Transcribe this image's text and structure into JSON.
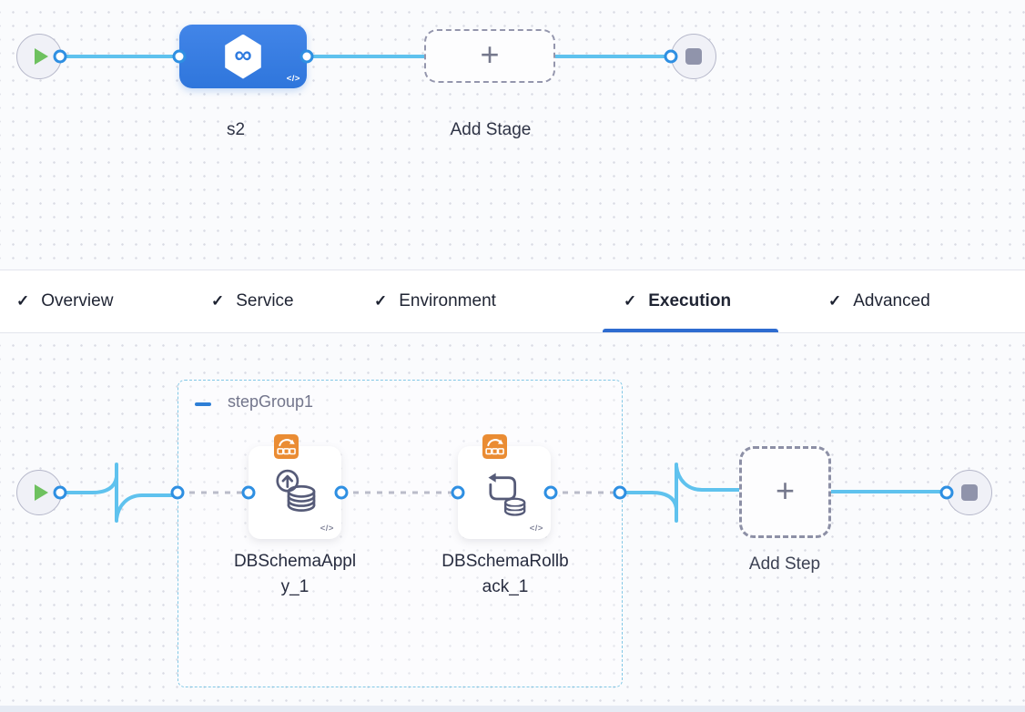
{
  "colors": {
    "line_blue": "#5fc2ee",
    "port_blue": "#2e8fe2",
    "stage_blue": "#3b7ee2",
    "tab_underline_blue": "#2e6cd0",
    "group_border_teal": "#82c8e6",
    "badge_orange": "#ea8c33",
    "play_green": "#6ec15f",
    "stop_gray": "#9094ab"
  },
  "glyphs": {
    "check": "✓",
    "plus": "+",
    "infinity": "∞",
    "code_toggle": "</>"
  },
  "stage_canvas": {
    "stage": {
      "name": "s2"
    },
    "add_stage_label": "Add Stage"
  },
  "tabs": {
    "items": [
      {
        "label": "Overview",
        "checked": true,
        "active": false
      },
      {
        "label": "Service",
        "checked": true,
        "active": false
      },
      {
        "label": "Environment",
        "checked": true,
        "active": false
      },
      {
        "label": "Execution",
        "checked": true,
        "active": true
      },
      {
        "label": "Advanced",
        "checked": true,
        "active": false
      }
    ]
  },
  "execution_canvas": {
    "step_group": {
      "name": "stepGroup1",
      "steps": [
        {
          "name": "DBSchemaApply_1",
          "line1": "DBSchemaAppl",
          "line2": "y_1"
        },
        {
          "name": "DBSchemaRollback_1",
          "line1": "DBSchemaRollb",
          "line2": "ack_1"
        }
      ]
    },
    "add_step_label": "Add Step"
  }
}
